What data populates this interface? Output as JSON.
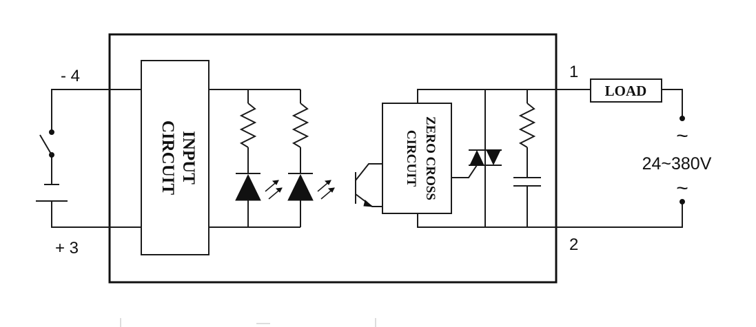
{
  "terminals": {
    "t_minus4": "- 4",
    "t_plus3": "+ 3",
    "t_1": "1",
    "t_2": "2"
  },
  "blocks": {
    "input_line1": "INPUT",
    "input_line2": "CIRCUIT",
    "zero_line1": "ZERO CROSS",
    "zero_line2": "CIRCUIT"
  },
  "load": {
    "label": "LOAD"
  },
  "supply": {
    "tilde_top": "~",
    "voltage": "24~380V",
    "tilde_bottom": "~"
  }
}
